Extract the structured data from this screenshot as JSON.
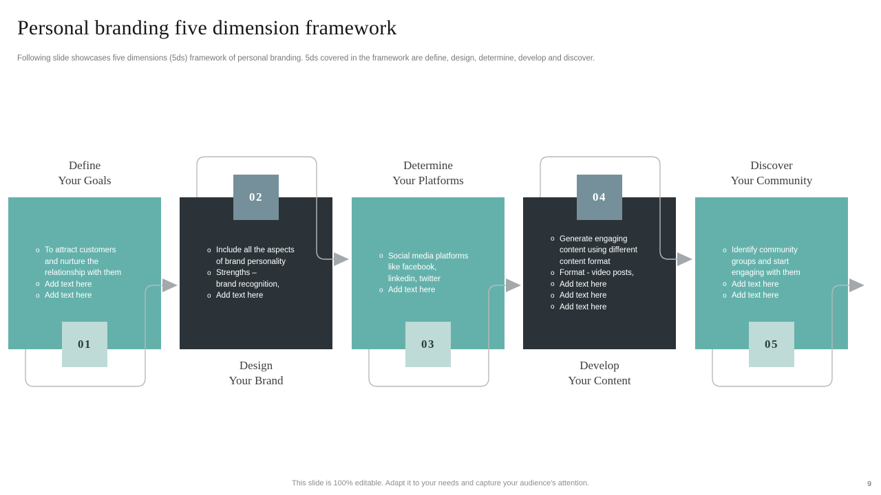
{
  "slide": {
    "title": "Personal branding five dimension framework",
    "subtitle": "Following slide showcases five dimensions (5ds) framework of personal branding. 5ds covered in the framework are define, design, determine, develop and discover.",
    "footer_note": "This slide is 100% editable. Adapt it to your needs and capture your audience's attention.",
    "page_number": "9"
  },
  "colors": {
    "teal_card": "#64b1ab",
    "dark_card": "#2b3338",
    "light_badge": "#bedbd7",
    "slate_badge": "#75909b",
    "connector_line": "#b6babc",
    "arrow": "#a3a8ab"
  },
  "cards": [
    {
      "number": "01",
      "title": "Define\nYour Goals",
      "theme": "teal",
      "title_position": "top",
      "bullets": [
        "To attract customers\nand nurture the\nrelationship with them",
        "Add text here",
        "Add text here"
      ]
    },
    {
      "number": "02",
      "title": "Design\nYour Brand",
      "theme": "dark",
      "title_position": "bottom",
      "bullets": [
        "Include all the aspects\nof brand personality",
        "Strengths –\nbrand recognition,",
        "Add text here"
      ]
    },
    {
      "number": "03",
      "title": "Determine\nYour Platforms",
      "theme": "teal",
      "title_position": "top",
      "bullets": [
        "Social media platforms\nlike facebook,\nlinkedin, twitter",
        "Add text here"
      ]
    },
    {
      "number": "04",
      "title": "Develop\nYour Content",
      "theme": "dark",
      "title_position": "bottom",
      "bullets": [
        "Generate engaging\ncontent using different\ncontent format",
        "Format - video posts,",
        "Add text here",
        "Add text here",
        "Add text here"
      ]
    },
    {
      "number": "05",
      "title": "Discover\nYour Community",
      "theme": "teal",
      "title_position": "top",
      "bullets": [
        "Identify community\ngroups and start\nengaging with them",
        "Add text here",
        "Add text here"
      ]
    }
  ]
}
